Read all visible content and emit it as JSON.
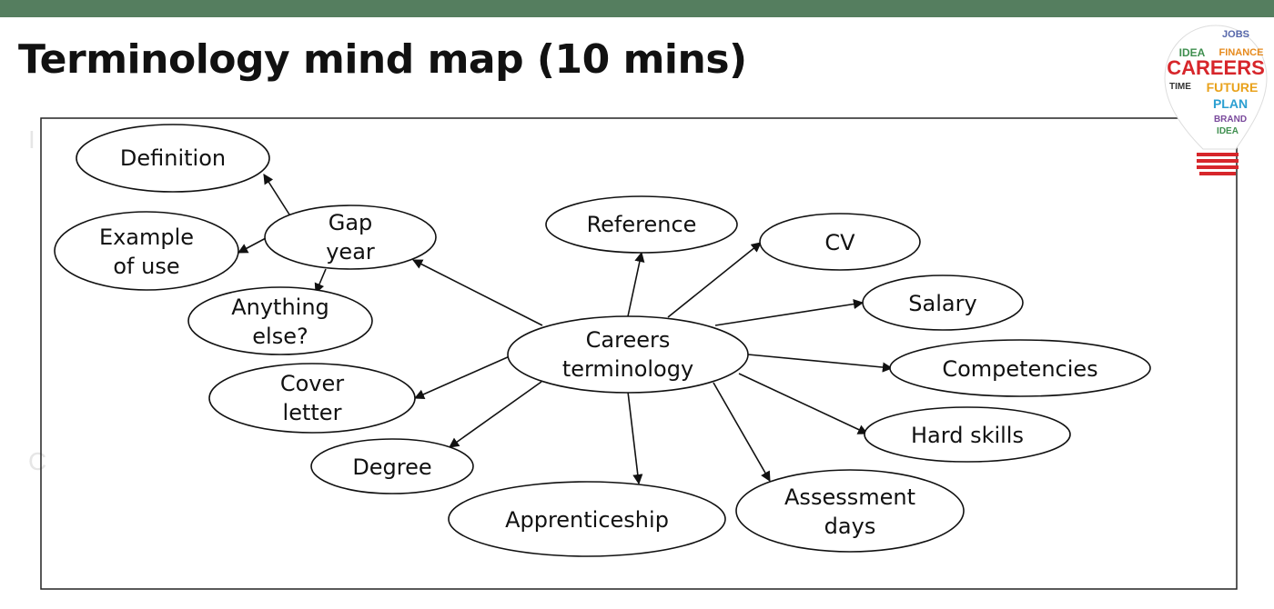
{
  "slide": {
    "title": "Terminology mind map (10 mins)",
    "ghost_text_1": "I",
    "ghost_text_2": "C"
  },
  "logo": {
    "words": [
      "JOBS",
      "IDEA",
      "FINANCE",
      "CAREERS",
      "TIME",
      "FUTURE",
      "PLAN",
      "BRAND",
      "IDEA"
    ]
  },
  "mind_map": {
    "center": "Careers terminology",
    "nodes": {
      "gap_year": "Gap year",
      "definition": "Definition",
      "example_of_use": "Example of use",
      "anything_else": "Anything else?",
      "reference": "Reference",
      "cv": "CV",
      "salary": "Salary",
      "competencies": "Competencies",
      "hard_skills": "Hard skills",
      "assessment_days": "Assessment days",
      "apprenticeship": "Apprenticeship",
      "degree": "Degree",
      "cover_letter": "Cover letter"
    }
  }
}
